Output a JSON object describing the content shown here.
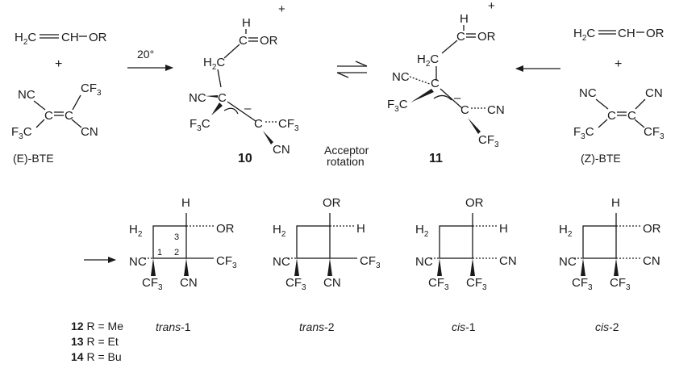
{
  "labels": {
    "vinyl_ether": "H₂C=CH−OR",
    "plus": "+",
    "temp": "20°",
    "e_bte": "(E)-BTE",
    "z_bte": "(Z)-BTE",
    "int10": "10",
    "int11": "11",
    "acceptor1": "Acceptor",
    "acceptor2": "rotation"
  },
  "products": [
    {
      "prefix": "trans",
      "suffix": "-1"
    },
    {
      "prefix": "trans",
      "suffix": "-2"
    },
    {
      "prefix": "cis",
      "suffix": "-1"
    },
    {
      "prefix": "cis",
      "suffix": "-2"
    }
  ],
  "legend": [
    {
      "num": "12",
      "text": "R = Me"
    },
    {
      "num": "13",
      "text": "R = Et"
    },
    {
      "num": "14",
      "text": "R = Bu"
    }
  ]
}
